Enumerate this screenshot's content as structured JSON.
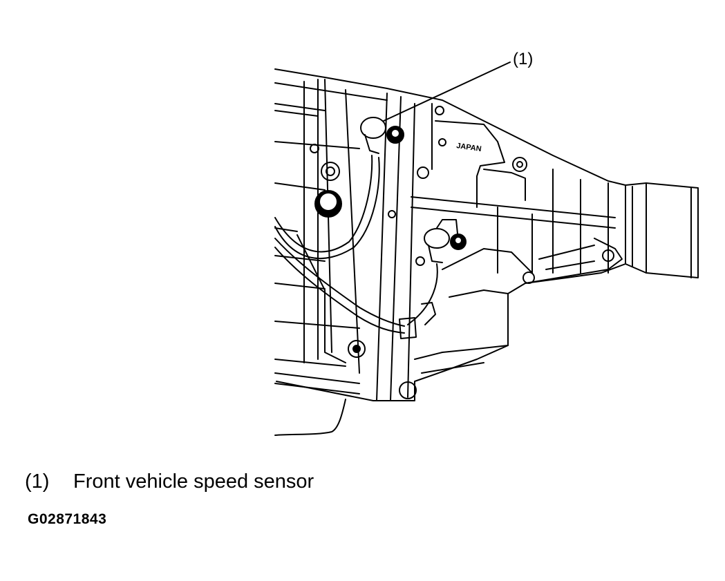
{
  "diagram": {
    "callout": {
      "label": "(1)"
    },
    "casting_mark": "JAPAN",
    "legend": [
      {
        "number": "(1)",
        "text": "Front vehicle speed sensor"
      }
    ],
    "figure_code": "G02871843"
  }
}
